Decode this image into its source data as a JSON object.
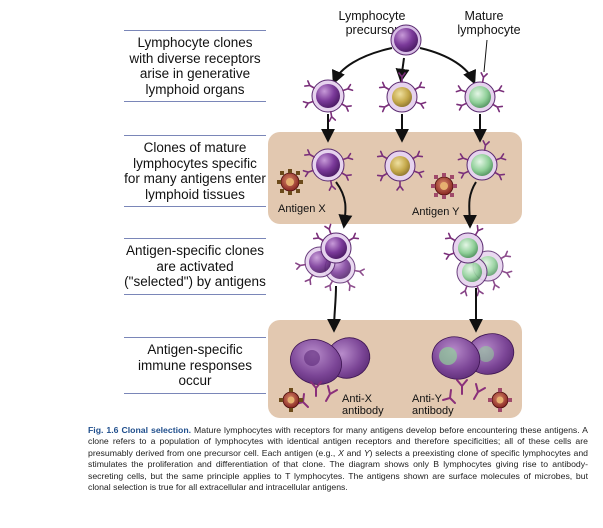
{
  "stages": [
    {
      "text": "Lymphocyte clones with diverse receptors arise in generative lymphoid organs"
    },
    {
      "text": "Clones of mature lymphocytes specific for many antigens enter lymphoid tissues"
    },
    {
      "text": "Antigen-specific clones are activated (\"selected\") by antigens"
    },
    {
      "text": "Antigen-specific immune responses occur"
    }
  ],
  "labels": {
    "precursor_line1": "Lymphocyte",
    "precursor_line2": "precursor",
    "mature_line1": "Mature",
    "mature_line2": "lymphocyte",
    "antigen_x": "Antigen X",
    "antigen_y": "Antigen Y",
    "anti_x_line1": "Anti-X",
    "anti_x_line2": "antibody",
    "anti_y_line1": "Anti-Y",
    "anti_y_line2": "antibody"
  },
  "caption": {
    "fig": "Fig. 1.6",
    "title": "Clonal selection.",
    "part1": "Mature lymphocytes with receptors for many antigens develop before encountering these antigens. A clone refers to a population of lymphocytes with identical antigen receptors and therefore specificities; all of these cells are presumably derived from one precursor cell. Each antigen (e.g.,",
    "x": "X",
    "and": "and",
    "y": "Y",
    "part2": ") selects a preexisting clone of specific lymphocytes and stimulates the proliferation and differentiation of that clone. The diagram shows only B lymphocytes giving rise to antibody-secreting cells, but the same principle applies to T lymphocytes. The antigens shown are surface molecules of microbes, but clonal selection is true for all extracellular and intracellular antigens."
  },
  "colors": {
    "purple_cell": "#6a2c86",
    "yellow_nucleus": "#b59b3a",
    "green_nucleus": "#7fbf8a",
    "band": "#e3cbb3",
    "antigen_red": "#8c1c1c"
  }
}
